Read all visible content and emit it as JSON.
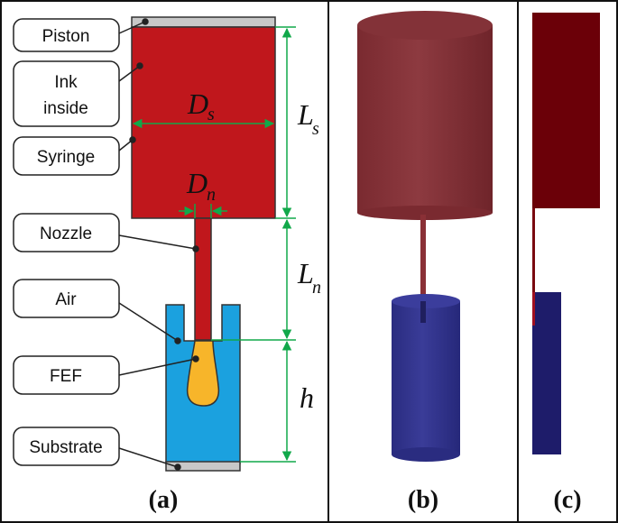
{
  "colors": {
    "ink_red": "#C0171C",
    "ink_dark_red": "#8B0000",
    "piston_gray": "#C8C8C8",
    "fef_orange": "#F7B52A",
    "substrate_blue": "#1BA1DF",
    "dimension_green": "#11A84A",
    "render_syringe_red": "#7F2C32",
    "render_substrate_blue": "#30328A",
    "slice_dark_red": "#6B0008",
    "slice_dark_blue": "#1E1C6A"
  },
  "labels": {
    "piston": "Piston",
    "ink_line1": "Ink",
    "ink_line2": "inside",
    "syringe": "Syringe",
    "nozzle": "Nozzle",
    "air": "Air",
    "fef": "FEF",
    "substrate": "Substrate"
  },
  "dimensions": {
    "ds_main": "D",
    "ds_sub": "s",
    "dn_main": "D",
    "dn_sub": "n",
    "ls_main": "L",
    "ls_sub": "s",
    "ln_main": "L",
    "ln_sub": "n",
    "h": "h"
  },
  "panels": {
    "a": "(a)",
    "b": "(b)",
    "c": "(c)"
  }
}
